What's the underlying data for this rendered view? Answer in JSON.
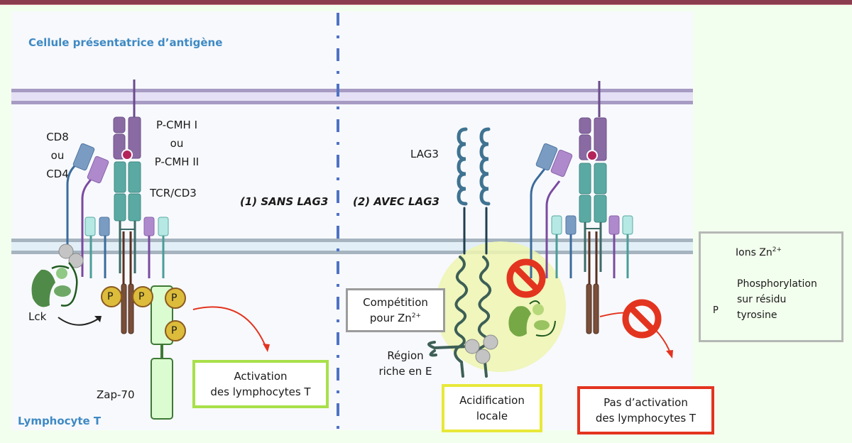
{
  "labels": {
    "apc": "Cellule présentatrice d’antigène",
    "t_cell": "Lymphocyte T",
    "cd8": "CD8",
    "ou1": "ou",
    "cd4": "CD4",
    "pcmh1": "P-CMH I",
    "ou2": "ou",
    "pcmh2": "P-CMH II",
    "tcr": "TCR/CD3",
    "lck": "Lck",
    "zap70": "Zap-70",
    "lag3": "LAG3",
    "region1": "Région",
    "region2": "riche en E",
    "phospho_symbol": "P"
  },
  "conditions": {
    "without": "(1) SANS LAG3",
    "with": "(2) AVEC LAG3"
  },
  "boxes": {
    "activation": {
      "line1": "Activation",
      "line2": "des lymphocytes T",
      "color": "#a8e04a"
    },
    "competition": {
      "line1": "Compétition",
      "line2": "pour Zn",
      "sup": "2+",
      "color": "#9c9c9c"
    },
    "acidification": {
      "line1": "Acidification",
      "line2": "locale",
      "color": "#e8e83a"
    },
    "no_activation": {
      "line1": "Pas d’activation",
      "line2": "des lymphocytes T",
      "color": "#e3341f"
    }
  },
  "legend": {
    "zn_label": "Ions Zn",
    "zn_sup": "2+",
    "p_symbol": "P",
    "p_line1": "Phosphorylation",
    "p_line2": "sur résidu",
    "p_line3": "tyrosine"
  },
  "colors": {
    "title_blue": "#3e8ac4",
    "divider_blue": "#4f72c4",
    "inhibit_red": "#e3341f",
    "mhc_purple": "#8a6aa3",
    "tcr_teal": "#5aaaa3",
    "lag3_blue": "#3f7391",
    "zn_grey": "#c4c4c4",
    "phospho_gold": "#dcbc3a"
  }
}
